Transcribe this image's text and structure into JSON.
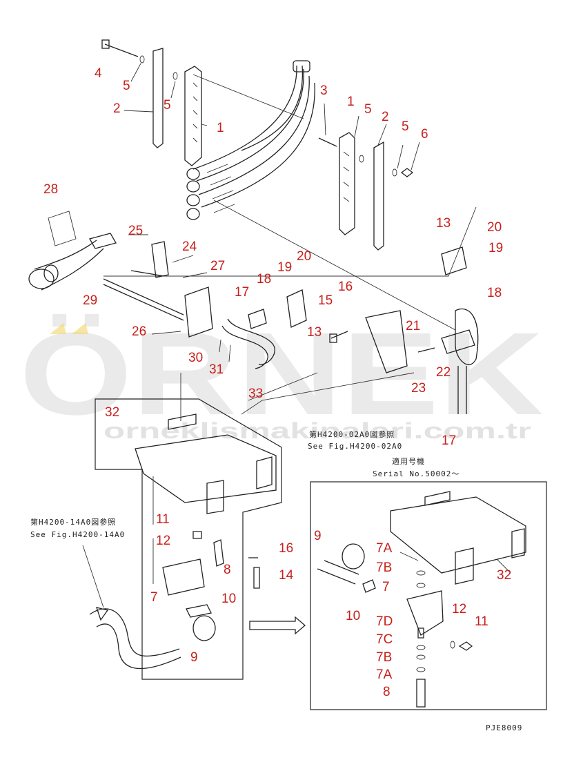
{
  "watermark": {
    "brand": "ÖRNEK",
    "url": "orneklismakinalari.com.tr"
  },
  "callouts": {
    "n1": "1",
    "n2": "2",
    "n3": "3",
    "n4": "4",
    "n5": "5",
    "n6": "6",
    "n7": "7",
    "n8": "8",
    "n9": "9",
    "n10": "10",
    "n11": "11",
    "n12": "12",
    "n13": "13",
    "n14": "14",
    "n15": "15",
    "n16": "16",
    "n17": "17",
    "n18": "18",
    "n19": "19",
    "n20": "20",
    "n21": "21",
    "n22": "22",
    "n23": "23",
    "n24": "24",
    "n25": "25",
    "n26": "26",
    "n27": "27",
    "n28": "28",
    "n29": "29",
    "n30": "30",
    "n31": "31",
    "n32": "32",
    "n33": "33",
    "n7a": "7A",
    "n7b": "7B",
    "n7c": "7C",
    "n7d": "7D"
  },
  "references": {
    "ref1_jp": "第H4200-02A0図参照",
    "ref1_en": "See Fig.H4200-02A0",
    "ref2_jp": "第H4200-14A0図参照",
    "ref2_en": "See Fig.H4200-14A0",
    "serial_jp": "適用号機",
    "serial_en": "Serial No.50002～"
  },
  "figure_code": "PJE8009"
}
